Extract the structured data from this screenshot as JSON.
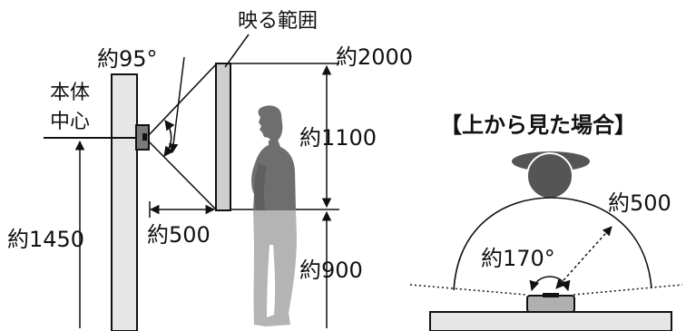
{
  "side_view": {
    "body_center_label_line1": "本体",
    "body_center_label_line2": "中心",
    "view_range_label": "映る範囲",
    "angle_label": "約95°",
    "top_height_label": "約2000",
    "view_height_label": "約1100",
    "mount_height_label": "約1450",
    "distance_label": "約500",
    "lower_height_label": "約900"
  },
  "top_view": {
    "title": "【上から見た場合】",
    "radius_label": "約500",
    "angle_label": "約170°"
  },
  "colors": {
    "line": "#111111",
    "wall": "#e6e6e6",
    "person_upper": "#6e6e6e",
    "person_lower": "#b4b4b4",
    "view_panel": "#cfcfcf",
    "camera": "#7a7a7a",
    "head_dark": "#555555"
  }
}
